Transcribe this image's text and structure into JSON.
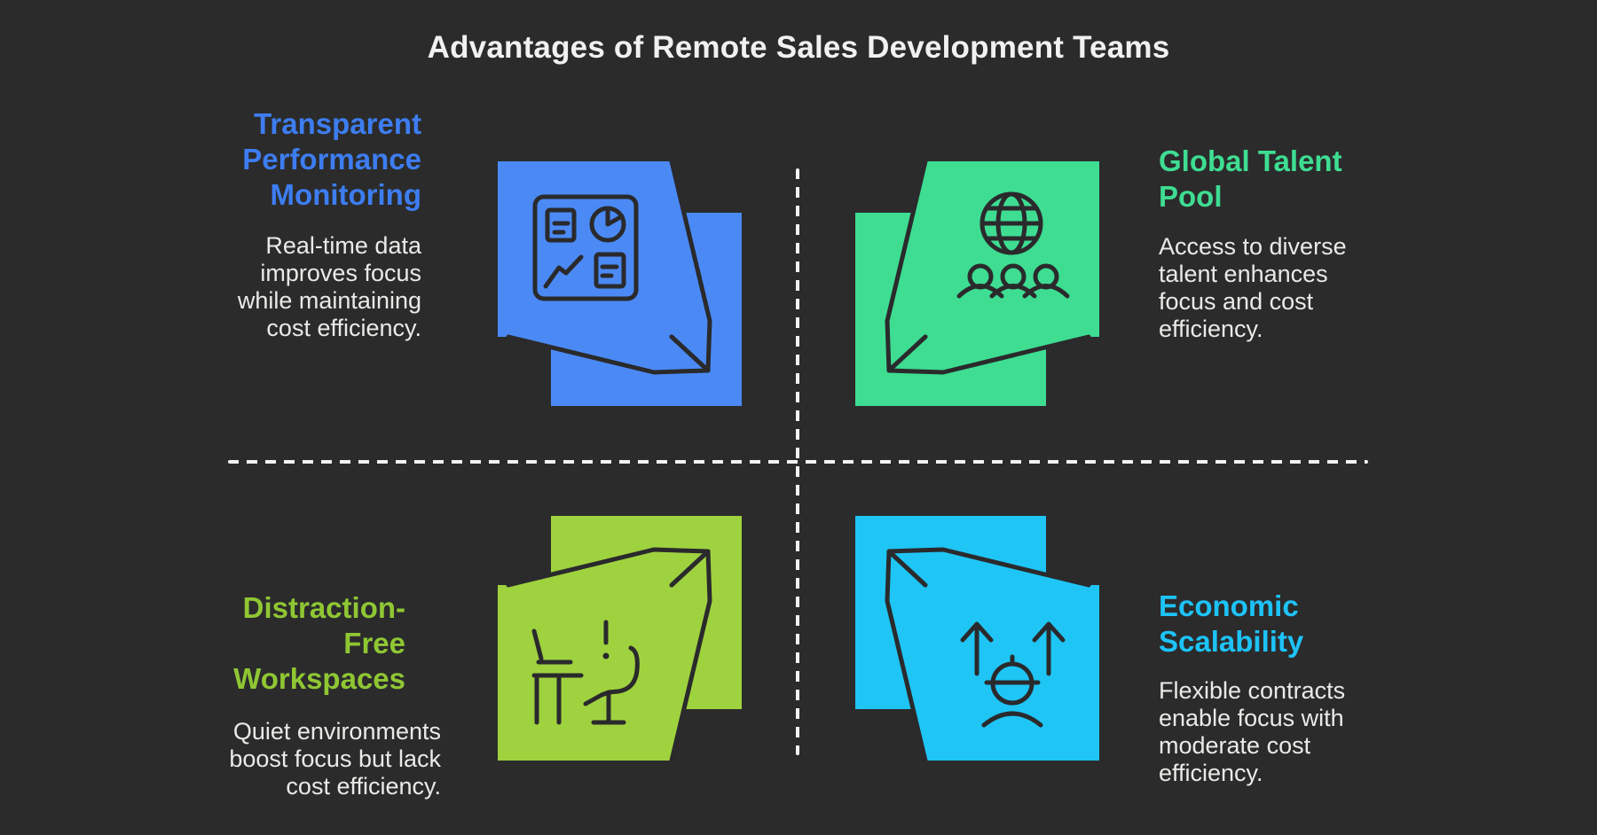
{
  "title": "Advantages of Remote Sales Development Teams",
  "colors": {
    "background": "#2b2b2c",
    "title_text": "#f1f1f1",
    "body_text": "#e8ebe6",
    "divider": "#f2f2f2",
    "blue_box": "#4b8af5",
    "blue_heading": "#3d7df0",
    "green_box": "#3edd92",
    "green_heading": "#3edd92",
    "lime_box": "#9fd23f",
    "lime_heading": "#8fc733",
    "cyan_box": "#1fc5f5",
    "cyan_heading": "#1dc3f8",
    "icon_line": "#2a2a2c"
  },
  "quadrants": [
    {
      "position": "top-left",
      "heading": "Transparent Performance Monitoring",
      "description": "Real-time data improves focus while maintaining cost efficiency.",
      "heading_color": "#3d7df0",
      "box_color": "#4b8af5",
      "icon": "performance-dashboard-cube-icon"
    },
    {
      "position": "top-right",
      "heading": "Global Talent Pool",
      "description": "Access to diverse talent enhances focus and cost efficiency.",
      "heading_color": "#3edd92",
      "box_color": "#3edd92",
      "icon": "globe-people-cube-icon"
    },
    {
      "position": "bottom-left",
      "heading": "Distraction-Free Workspaces",
      "description": "Quiet environments boost focus but lack cost efficiency.",
      "heading_color": "#8fc733",
      "box_color": "#9fd23f",
      "icon": "desk-workspace-cube-icon"
    },
    {
      "position": "bottom-right",
      "heading": "Economic Scalability",
      "description": "Flexible contracts enable focus with moderate cost efficiency.",
      "heading_color": "#1dc3f8",
      "box_color": "#1fc5f5",
      "icon": "scaling-arrows-worker-cube-icon"
    }
  ]
}
